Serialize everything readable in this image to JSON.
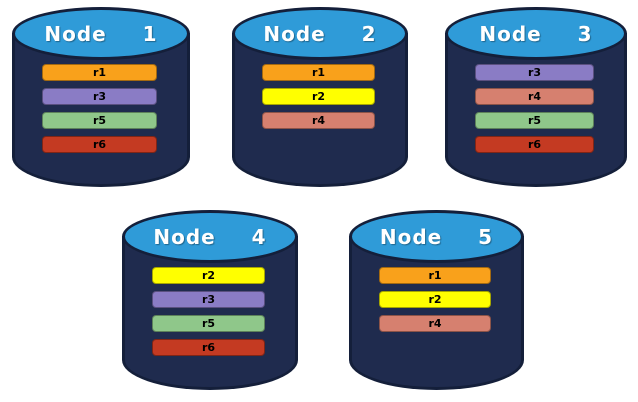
{
  "diagram": {
    "description": "Database nodes with replica placement"
  },
  "colors": {
    "r1": "#F9A11B",
    "r2": "#FFFF00",
    "r3": "#8A7CC5",
    "r4": "#D6806F",
    "r5": "#8FC78A",
    "r6": "#C43A22",
    "cylinder_body": "#1F2B4E",
    "cylinder_top": "#2F9BD8",
    "outline": "#141F3A"
  },
  "nodes": [
    {
      "label": "Node  1",
      "replicas": [
        {
          "id": "r1",
          "label": "r1"
        },
        {
          "id": "r3",
          "label": "r3"
        },
        {
          "id": "r5",
          "label": "r5"
        },
        {
          "id": "r6",
          "label": "r6"
        }
      ]
    },
    {
      "label": "Node  2",
      "replicas": [
        {
          "id": "r1",
          "label": "r1"
        },
        {
          "id": "r2",
          "label": "r2"
        },
        {
          "id": "r4",
          "label": "r4"
        }
      ]
    },
    {
      "label": "Node  3",
      "replicas": [
        {
          "id": "r3",
          "label": "r3"
        },
        {
          "id": "r4",
          "label": "r4"
        },
        {
          "id": "r5",
          "label": "r5"
        },
        {
          "id": "r6",
          "label": "r6"
        }
      ]
    },
    {
      "label": "Node  4",
      "replicas": [
        {
          "id": "r2",
          "label": "r2"
        },
        {
          "id": "r3",
          "label": "r3"
        },
        {
          "id": "r5",
          "label": "r5"
        },
        {
          "id": "r6",
          "label": "r6"
        }
      ]
    },
    {
      "label": "Node  5",
      "replicas": [
        {
          "id": "r1",
          "label": "r1"
        },
        {
          "id": "r2",
          "label": "r2"
        },
        {
          "id": "r4",
          "label": "r4"
        }
      ]
    }
  ]
}
